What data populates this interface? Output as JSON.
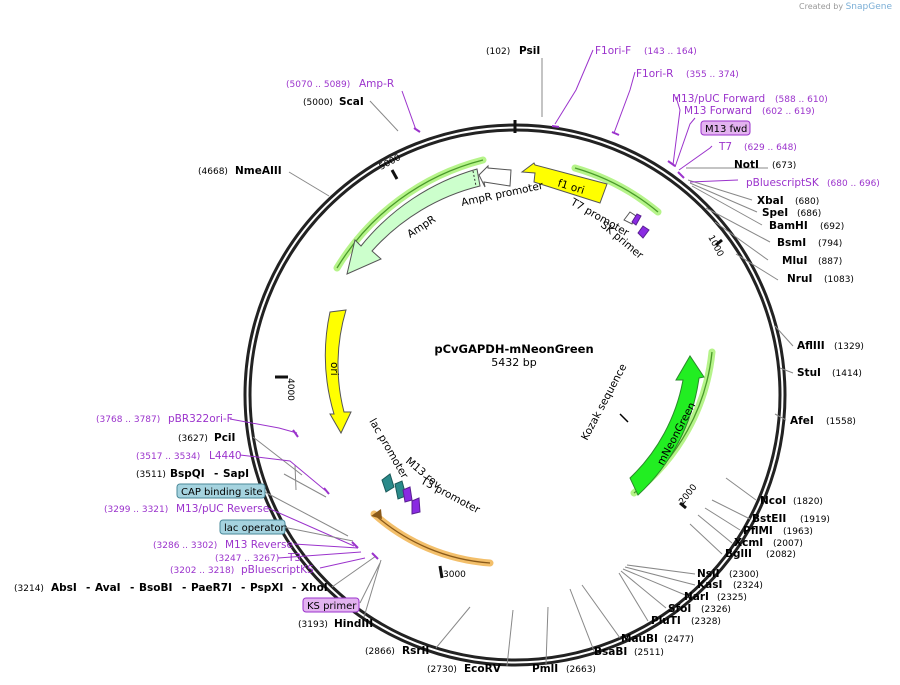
{
  "brand": {
    "prefix": "Created by",
    "name": "SnapGene"
  },
  "map": {
    "name": "pCvGAPDH-mNeonGreen",
    "length_label": "5432 bp",
    "length": 5432
  },
  "ticks": [
    "1000",
    "2000",
    "3000",
    "4000",
    "5000"
  ],
  "enzymes": [
    {
      "name": "PsiI",
      "pos": "(102)"
    },
    {
      "name": "NotI",
      "pos": "(673)"
    },
    {
      "name": "XbaI",
      "pos": "(680)"
    },
    {
      "name": "SpeI",
      "pos": "(686)"
    },
    {
      "name": "BamHI",
      "pos": "(692)"
    },
    {
      "name": "BsmI",
      "pos": "(794)"
    },
    {
      "name": "MluI",
      "pos": "(887)"
    },
    {
      "name": "NruI",
      "pos": "(1083)"
    },
    {
      "name": "AflIII",
      "pos": "(1329)"
    },
    {
      "name": "StuI",
      "pos": "(1414)"
    },
    {
      "name": "AfeI",
      "pos": "(1558)"
    },
    {
      "name": "NcoI",
      "pos": "(1820)"
    },
    {
      "name": "BstEII",
      "pos": "(1919)"
    },
    {
      "name": "PflMI",
      "pos": "(1963)"
    },
    {
      "name": "XcmI",
      "pos": "(2007)"
    },
    {
      "name": "BglII",
      "pos": "(2082)"
    },
    {
      "name": "NsiI",
      "pos": "(2300)"
    },
    {
      "name": "KasI",
      "pos": "(2324)"
    },
    {
      "name": "NarI",
      "pos": "(2325)"
    },
    {
      "name": "SfoI",
      "pos": "(2326)"
    },
    {
      "name": "PluTI",
      "pos": "(2328)"
    },
    {
      "name": "MauBI",
      "pos": "(2477)"
    },
    {
      "name": "BsaBI",
      "pos": "(2511)"
    },
    {
      "name": "PmlI",
      "pos": "(2663)"
    },
    {
      "name": "EcoRV",
      "pos": "(2730)"
    },
    {
      "name": "RsrII",
      "pos": "(2866)"
    },
    {
      "name": "HindIII",
      "pos": "(3193)"
    },
    {
      "name": "AbsI",
      "pos": "(3214)"
    },
    {
      "name": "AvaI",
      "pos": ""
    },
    {
      "name": "BsoBI",
      "pos": ""
    },
    {
      "name": "PaeR7I",
      "pos": ""
    },
    {
      "name": "PspXI",
      "pos": ""
    },
    {
      "name": "XhoI",
      "pos": ""
    },
    {
      "name": "BspQI",
      "pos": "(3511)"
    },
    {
      "name": "SapI",
      "pos": ""
    },
    {
      "name": "PciI",
      "pos": "(3627)"
    },
    {
      "name": "NmeAIII",
      "pos": "(4668)"
    },
    {
      "name": "ScaI",
      "pos": "(5000)"
    }
  ],
  "primers": [
    {
      "name": "F1ori-F",
      "pos": "(143 .. 164)"
    },
    {
      "name": "F1ori-R",
      "pos": "(355 .. 374)"
    },
    {
      "name": "M13/pUC Forward",
      "pos": "(588 .. 610)"
    },
    {
      "name": "M13 Forward",
      "pos": "(602 .. 619)"
    },
    {
      "name": "M13 fwd",
      "pos": ""
    },
    {
      "name": "T7",
      "pos": "(629 .. 648)"
    },
    {
      "name": "pBluescriptSK",
      "pos": "(680 .. 696)"
    },
    {
      "name": "pBR322ori-F",
      "pos": "(3768 .. 3787)"
    },
    {
      "name": "L4440",
      "pos": "(3517 .. 3534)"
    },
    {
      "name": "M13/pUC Reverse",
      "pos": "(3299 .. 3321)"
    },
    {
      "name": "M13 Reverse",
      "pos": "(3286 .. 3302)"
    },
    {
      "name": "T3",
      "pos": "(3247 .. 3267)"
    },
    {
      "name": "pBluescriptKS",
      "pos": "(3202 .. 3218)"
    },
    {
      "name": "KS primer",
      "pos": ""
    },
    {
      "name": "Amp-R",
      "pos": "(5070 .. 5089)"
    }
  ],
  "boxed_features": [
    {
      "name": "CAP binding site"
    },
    {
      "name": "lac operator"
    }
  ],
  "features": [
    {
      "name": "f1 ori",
      "color": "#ffff00"
    },
    {
      "name": "AmpR promoter",
      "color": "#ffffff"
    },
    {
      "name": "AmpR",
      "color": "#ccffcc"
    },
    {
      "name": "ori",
      "color": "#ffff00"
    },
    {
      "name": "mNeonGreen",
      "color": "#22ee22"
    },
    {
      "name": "Kozak sequence",
      "color": "#000000"
    },
    {
      "name": "T7 promoter",
      "color": "#ffffff"
    },
    {
      "name": "SK primer",
      "color": "#8a2be2"
    },
    {
      "name": "lac promoter",
      "color": "#ffffff"
    },
    {
      "name": "M13 rev",
      "color": "#ffffff"
    },
    {
      "name": "T3 promoter",
      "color": "#ffffff"
    }
  ],
  "colors": {
    "backbone": "#222222",
    "enzyme_line": "#888888",
    "primer": "#9b33cc",
    "primer_box": "#e3b3f0",
    "boxed_feature": "#a5d3df",
    "orf_glow": "#b6f48a",
    "orf_glow_orange": "#f3bf6a"
  }
}
